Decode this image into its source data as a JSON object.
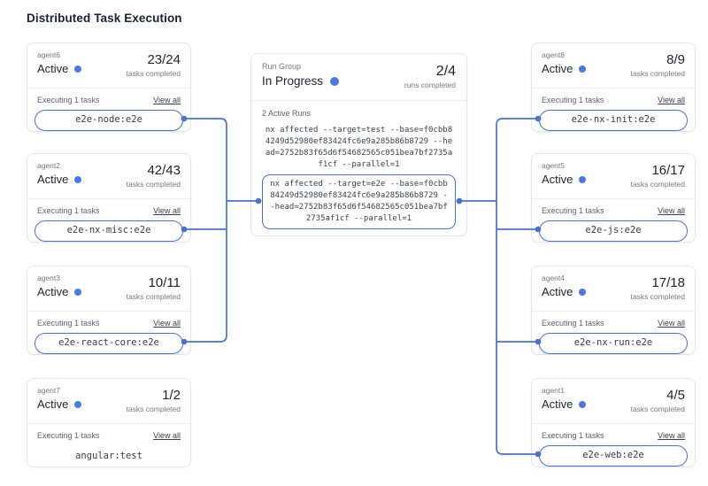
{
  "page": {
    "title": "Distributed Task Execution"
  },
  "colors": {
    "accent": "#4a6fd9",
    "status_dot": "#4c77e6"
  },
  "agents_left": [
    {
      "name": "agent6",
      "status": "Active",
      "count": "23/24",
      "count_label": "tasks completed",
      "executing_label": "Executing 1 tasks",
      "view_all": "View all",
      "task": "e2e-node:e2e"
    },
    {
      "name": "agent2",
      "status": "Active",
      "count": "42/43",
      "count_label": "tasks completed",
      "executing_label": "Executing 1 tasks",
      "view_all": "View all",
      "task": "e2e-nx-misc:e2e"
    },
    {
      "name": "agent3",
      "status": "Active",
      "count": "10/11",
      "count_label": "tasks completed",
      "executing_label": "Executing 1 tasks",
      "view_all": "View all",
      "task": "e2e-react-core:e2e"
    },
    {
      "name": "agent7",
      "status": "Active",
      "count": "1/2",
      "count_label": "tasks completed",
      "executing_label": "Executing 1 tasks",
      "view_all": "View all",
      "task": "angular:test"
    }
  ],
  "run_group": {
    "label": "Run Group",
    "status": "In Progress",
    "count": "2/4",
    "count_label": "runs completed",
    "active_runs_label": "2 Active Runs",
    "runs": [
      {
        "command": "nx affected --target=test --base=f0cbb84249d52980ef83424fc6e9a285b86b8729 --head=2752b83f65d6f54682565c051bea7bf2735af1cf --parallel=1",
        "highlighted": false
      },
      {
        "command": "nx affected --target=e2e --base=f0cbb84249d52980ef83424fc6e9a285b86b8729 --head=2752b83f65d6f54682565c051bea7bf2735af1cf --parallel=1",
        "highlighted": true
      }
    ]
  },
  "agents_right": [
    {
      "name": "agent8",
      "status": "Active",
      "count": "8/9",
      "count_label": "tasks completed",
      "executing_label": "Executing 1 tasks",
      "view_all": "View all",
      "task": "e2e-nx-init:e2e"
    },
    {
      "name": "agent5",
      "status": "Active",
      "count": "16/17",
      "count_label": "tasks completed",
      "executing_label": "Executing 1 tasks",
      "view_all": "View all",
      "task": "e2e-js:e2e"
    },
    {
      "name": "agent4",
      "status": "Active",
      "count": "17/18",
      "count_label": "tasks completed",
      "executing_label": "Executing 1 tasks",
      "view_all": "View all",
      "task": "e2e-nx-run:e2e"
    },
    {
      "name": "agent1",
      "status": "Active",
      "count": "4/5",
      "count_label": "tasks completed",
      "executing_label": "Executing 1 tasks",
      "view_all": "View all",
      "task": "e2e-web:e2e"
    }
  ]
}
